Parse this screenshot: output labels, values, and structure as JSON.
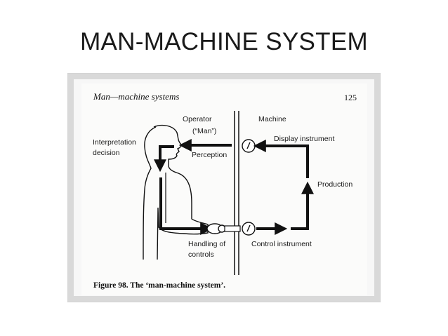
{
  "slide": {
    "title": "MAN-MACHINE SYSTEM"
  },
  "figure": {
    "header_title": "Man—machine  systems",
    "page_number": "125",
    "labels": {
      "operator": "Operator",
      "man": "(“Man”)",
      "machine": "Machine",
      "interpretation": "Interpretation",
      "decision": "decision",
      "perception": "Perception",
      "display_instrument": "Display instrument",
      "production": "Production",
      "handling_of": "Handling of",
      "controls": "controls",
      "control_instrument": "Control instrument"
    },
    "caption": "Figure 98.  The ‘man-machine system’."
  }
}
